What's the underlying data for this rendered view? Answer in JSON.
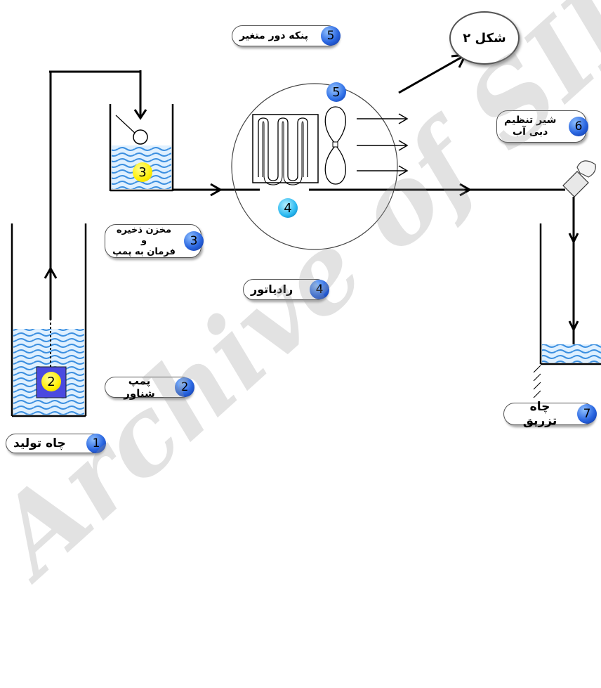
{
  "title": "شکل ۲",
  "watermark": "Archive of SID",
  "labels": {
    "production_well": {
      "num": "1",
      "text": "چاه تولید"
    },
    "float_pump": {
      "num": "2",
      "text": "پمپ شناور"
    },
    "storage_tank": {
      "num": "3",
      "text_line1": "مخزن ذخیره و",
      "text_line2": "فرمان به پمپ"
    },
    "radiator": {
      "num": "4",
      "text": "رادیاتور"
    },
    "variable_fan": {
      "num": "5",
      "text": "پنکه دور متغیر"
    },
    "flow_valve": {
      "num": "6",
      "text_line1": "شیر تنظیم",
      "text_line2": "دبی آب"
    },
    "injection_well": {
      "num": "7",
      "text": "چاه تزریق"
    }
  },
  "badges": {
    "pump_badge": "2",
    "tank_badge": "3",
    "radiator_badge": "4",
    "fan_badge": "5"
  },
  "colors": {
    "water": "#5aa0e8",
    "badge_blue": "#2e6fe6",
    "badge_yellow": "#ffee00",
    "pump_box": "#4a4ae0",
    "line": "#000000"
  }
}
